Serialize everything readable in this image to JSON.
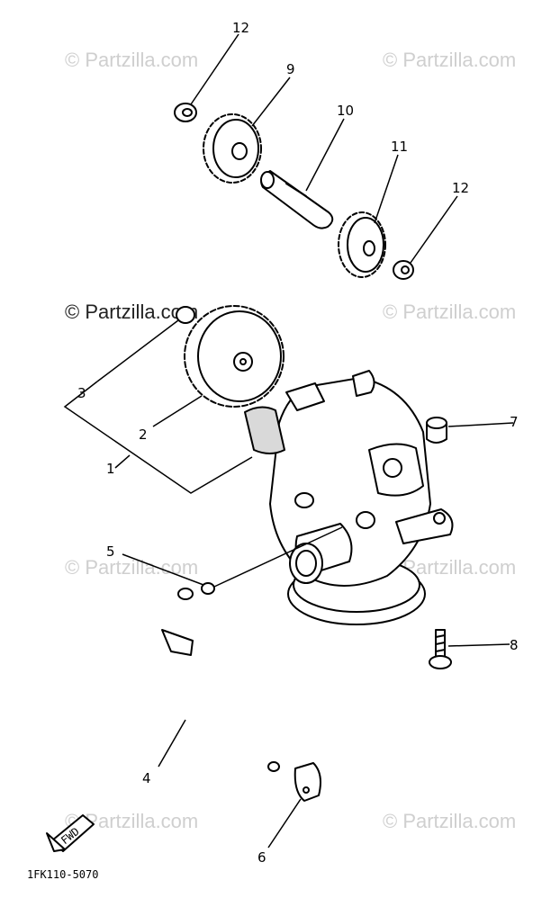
{
  "diagram": {
    "parts": [
      {
        "number": "1"
      },
      {
        "number": "2"
      },
      {
        "number": "3"
      },
      {
        "number": "4"
      },
      {
        "number": "5"
      },
      {
        "number": "6"
      },
      {
        "number": "7"
      },
      {
        "number": "8"
      },
      {
        "number": "9"
      },
      {
        "number": "10"
      },
      {
        "number": "11"
      },
      {
        "number": "12"
      }
    ],
    "figure_code": "1FK110-5070",
    "direction_label": "FWD",
    "watermark": "© Partzilla.com"
  }
}
